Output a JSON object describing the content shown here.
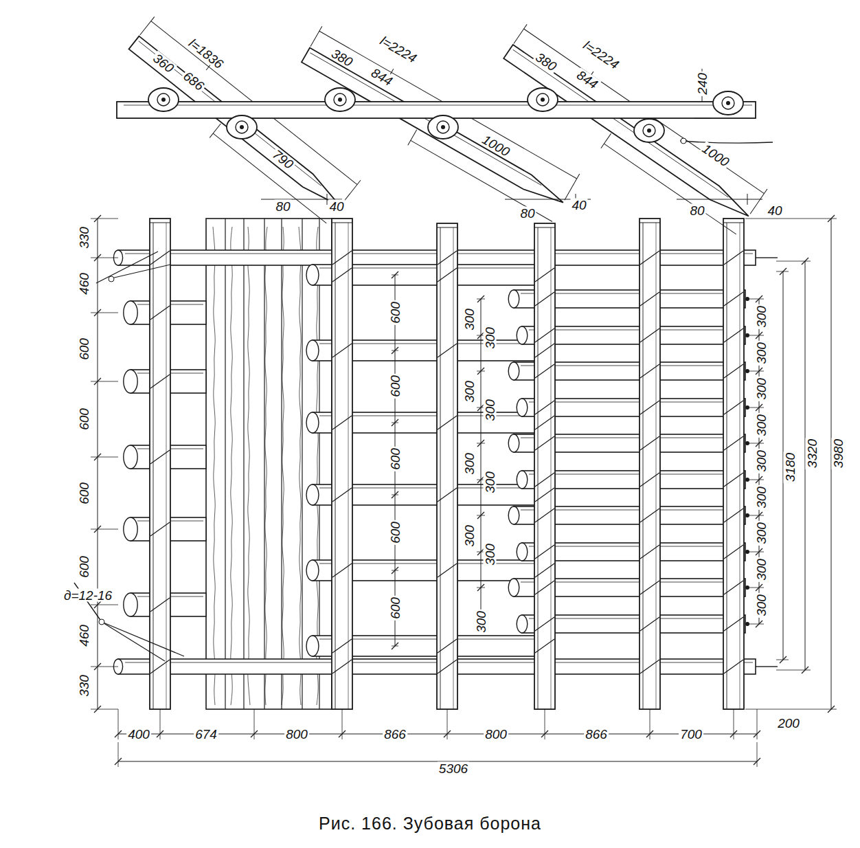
{
  "diagram": {
    "caption": "Рис. 166. Зубовая борона",
    "labels": [
      "360",
      "l=1836",
      "686",
      "790",
      "380",
      "l=2224",
      "844",
      "1000",
      "380",
      "l=2224",
      "844",
      "1000",
      "240",
      "80",
      "40",
      "80",
      "40",
      "80",
      "40",
      "330",
      "460",
      "600",
      "600",
      "600",
      "600",
      "д=12-16",
      "460",
      "330",
      "600",
      "600",
      "600",
      "600",
      "600",
      "300",
      "300",
      "300",
      "300",
      "300",
      "300",
      "300",
      "300",
      "300",
      "300",
      "300",
      "300",
      "300",
      "300",
      "300",
      "300",
      "300",
      "300",
      "3180",
      "3320",
      "3980",
      "400",
      "674",
      "800",
      "866",
      "800",
      "866",
      "700",
      "200",
      "5306"
    ]
  }
}
